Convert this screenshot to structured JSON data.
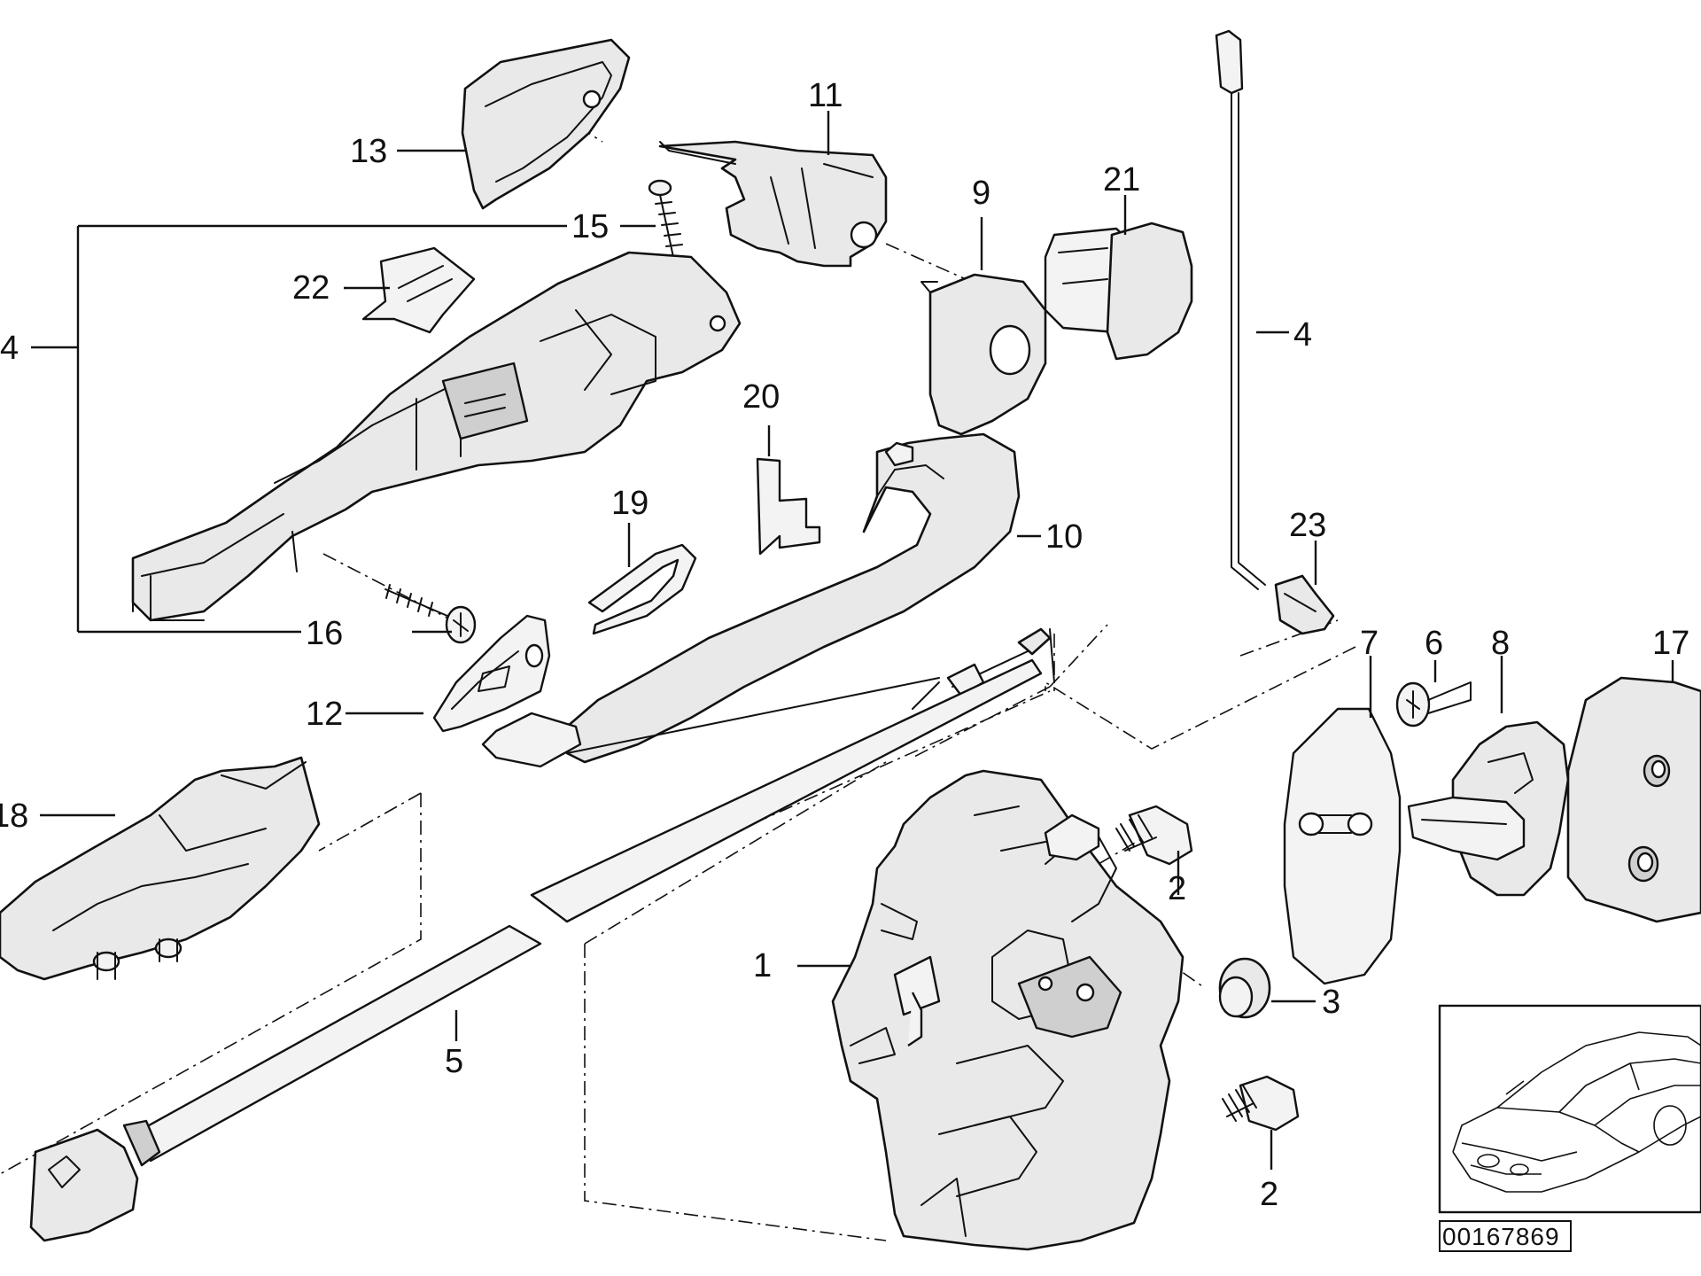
{
  "diagram": {
    "callouts": {
      "c1": "1",
      "c2a": "2",
      "c2b": "2",
      "c3": "3",
      "c4a": "4",
      "c4b": "4",
      "c5": "5",
      "c6": "6",
      "c7": "7",
      "c8": "8",
      "c9": "9",
      "c10": "10",
      "c11": "11",
      "c12": "12",
      "c13": "13",
      "c15": "15",
      "c16": "16",
      "c17": "17",
      "c18": "18",
      "c19": "19",
      "c20": "20",
      "c21": "21",
      "c22": "22",
      "c23": "23"
    },
    "reference_number": "00167869"
  }
}
